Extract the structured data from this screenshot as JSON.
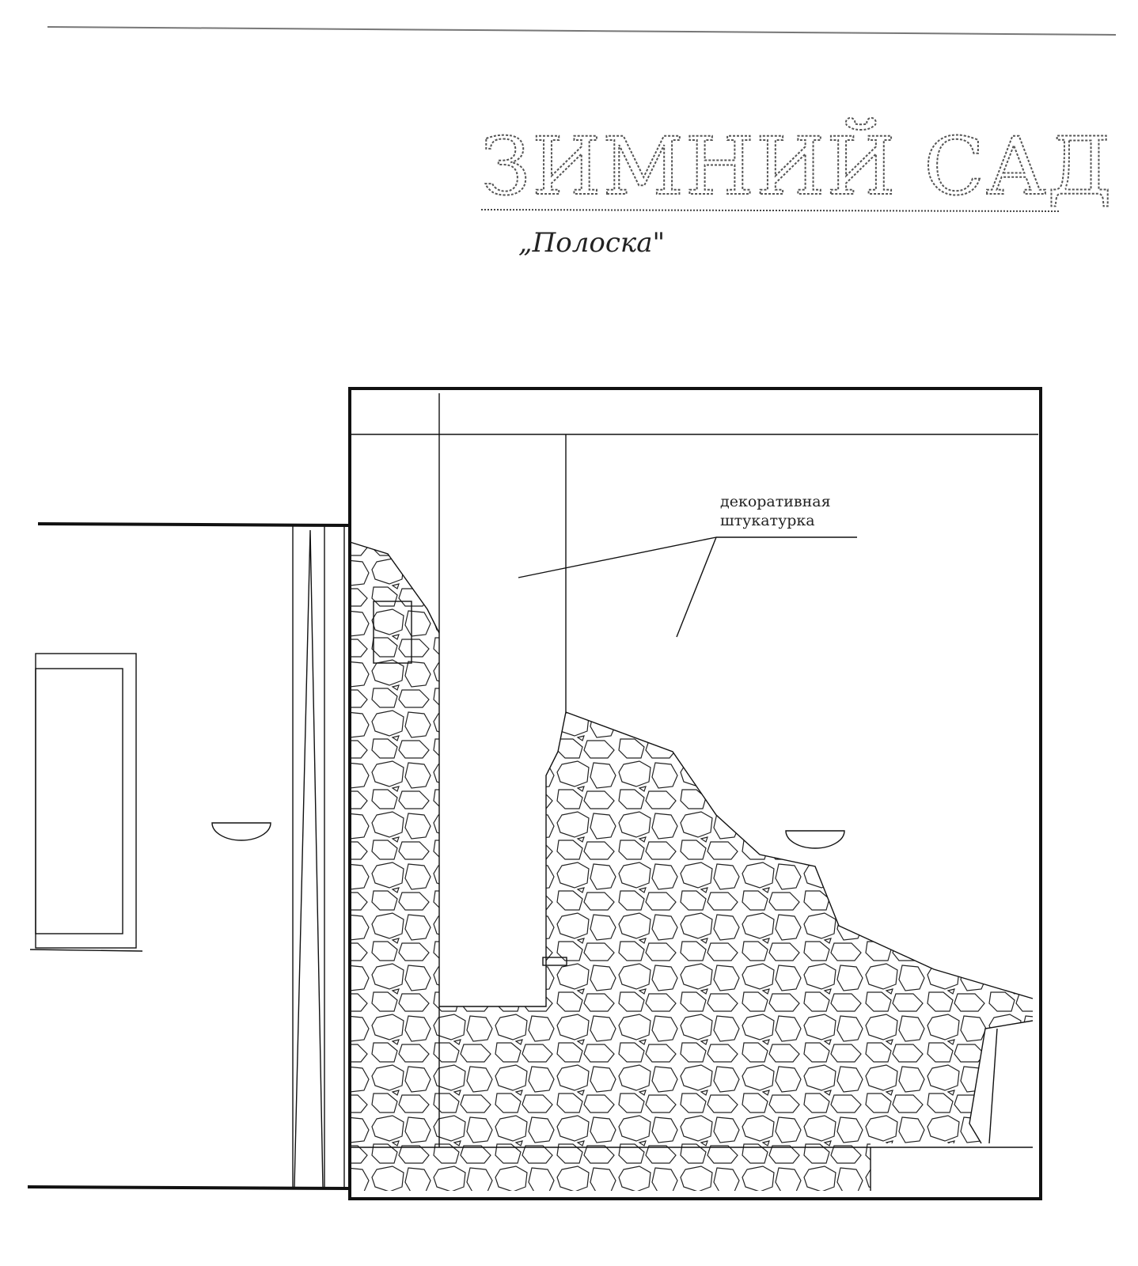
{
  "title": "ЗИМНИЙ САД 11",
  "subtitle": "„Полоска\"",
  "annotation": {
    "line1": "декоративная",
    "line2": "штукатурка"
  },
  "colors": {
    "ink": "#111111",
    "title_ink": "#555555"
  }
}
